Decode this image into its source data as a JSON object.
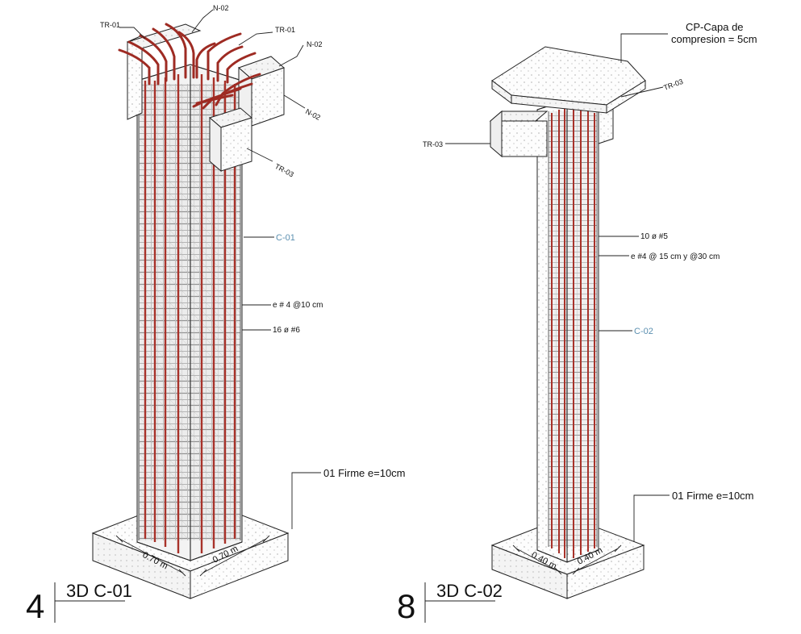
{
  "drawing_left": {
    "number": "4",
    "title": "3D C-01",
    "tag": "C-01",
    "labels": {
      "tr01_a": "TR-01",
      "n02_top": "N-02",
      "tr01_b": "TR-01",
      "n02_right": "N-02",
      "n02_diag": "N-02",
      "tr03": "TR-03",
      "stirrups": "e # 4 @10 cm",
      "bars": "16 ø #6",
      "slab": "01 Firme e=10cm"
    },
    "dims": {
      "a": "0.70 m",
      "b": "0.70 m"
    }
  },
  "drawing_right": {
    "number": "8",
    "title": "3D C-02",
    "tag": "C-02",
    "labels": {
      "cap_line1": "CP-Capa de",
      "cap_line2": "compresion = 5cm",
      "tr03_a": "TR-03",
      "tr03_b": "TR-03",
      "bars": "10 ø #5",
      "stirrups": "e #4 @ 15 cm y @30 cm",
      "slab": "01 Firme e=10cm"
    },
    "dims": {
      "a": "0.40 m",
      "b": "0.40 m"
    }
  },
  "colors": {
    "rebar_main": "#a8322a",
    "stirrup": "#8a8a8a",
    "line": "#222222",
    "tag": "#5b8fb0"
  }
}
